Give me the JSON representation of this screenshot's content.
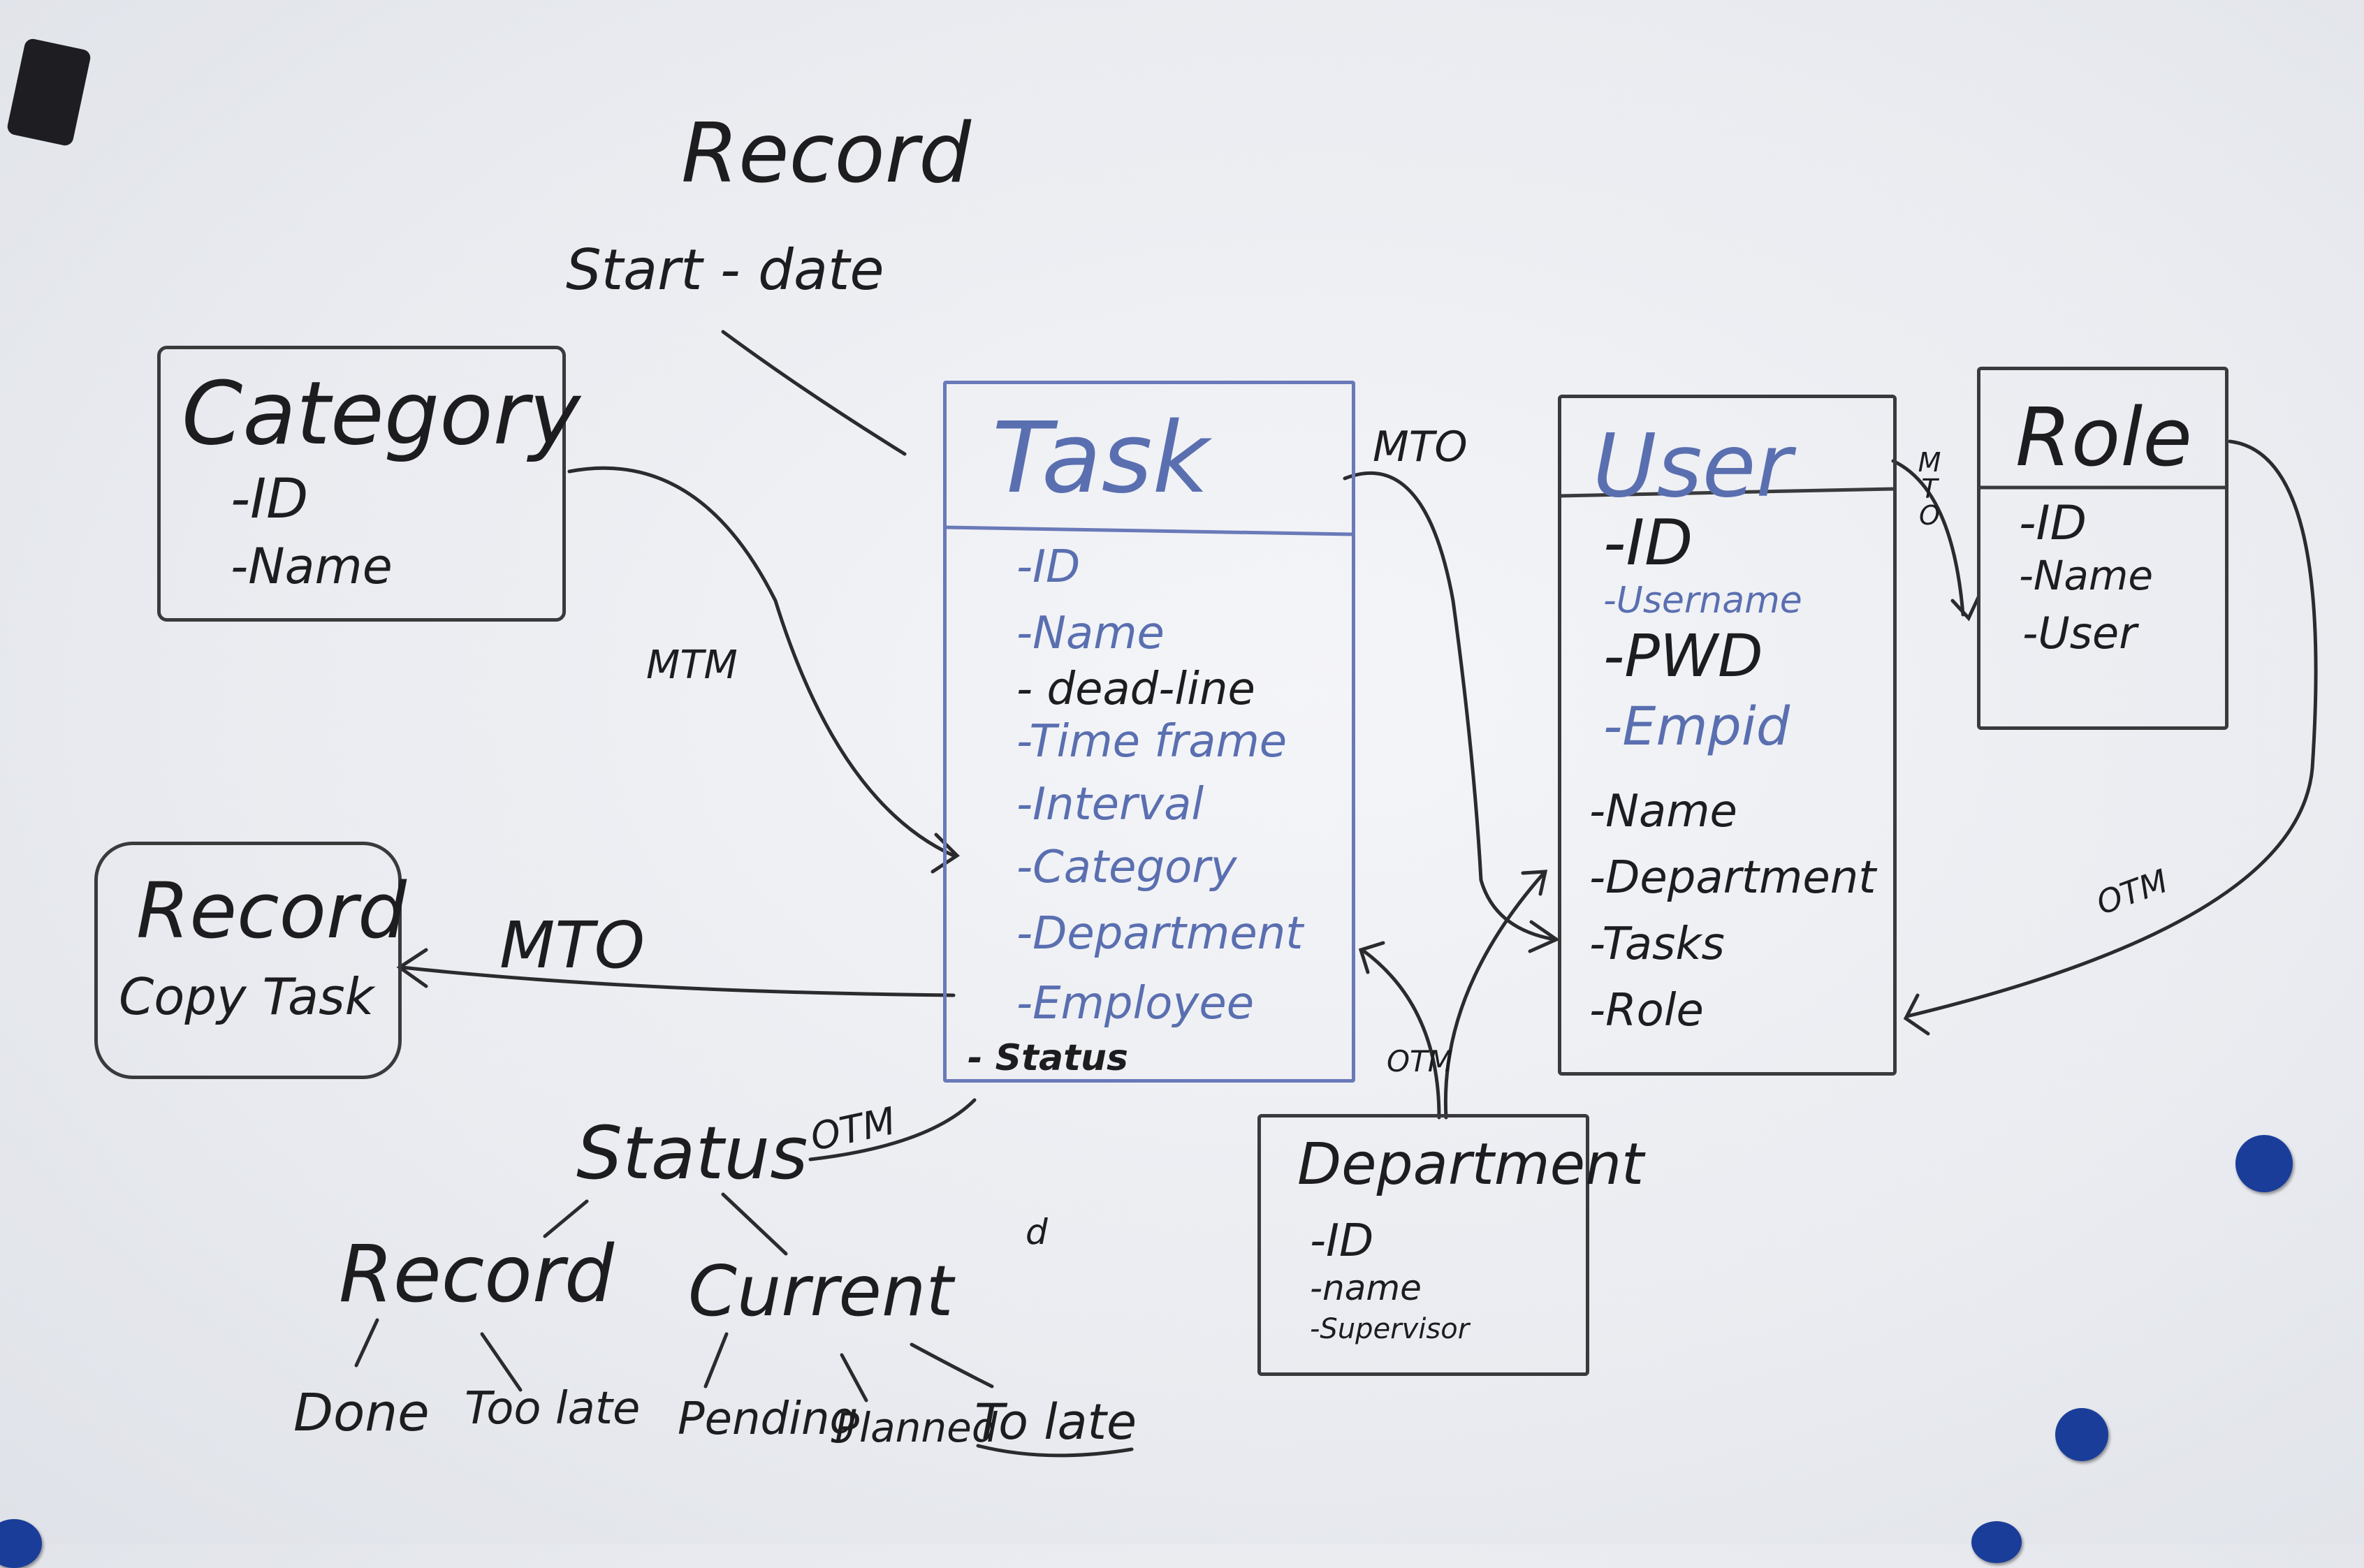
{
  "diagram": {
    "top_title": "Record",
    "start_date_label": "Start - date",
    "category": {
      "title": "Category",
      "fields": [
        "-ID",
        "-Name"
      ]
    },
    "task": {
      "title": "Task",
      "fields": [
        "-ID",
        "-Name",
        "- dead-line",
        "-Time frame",
        "-Interval",
        "-Category",
        "-Department",
        "-Employee",
        "- Status"
      ]
    },
    "user": {
      "title": "User",
      "fields": [
        "-ID",
        "-Username",
        "-PWD",
        "-Empid",
        "-Name",
        "-Department",
        "-Tasks",
        "-Role"
      ]
    },
    "role": {
      "title": "Role",
      "fields": [
        "-ID",
        "-Name",
        "-User"
      ]
    },
    "record": {
      "title": "Record",
      "subtitle": "Copy Task"
    },
    "department": {
      "title": "Department",
      "fields": [
        "-ID",
        "-name",
        "-Supervisor"
      ]
    },
    "status": {
      "title": "Status",
      "branches": [
        {
          "title": "Record",
          "items": [
            "Done",
            "Too late"
          ]
        },
        {
          "title": "Current",
          "items": [
            "Pending",
            "Planned",
            "To late"
          ]
        }
      ]
    },
    "relations": {
      "category_task": "MTM",
      "task_user": "MTO",
      "task_record": "MTO",
      "user_role": "MTO",
      "role_user": "OTM",
      "task_status": "OTM",
      "department": "OTM"
    },
    "stray_mark": "d",
    "colors": {
      "ink": "#1d1d1f",
      "blue_ink": "#5a6fb0",
      "magnet": "#1b3d9a"
    }
  }
}
